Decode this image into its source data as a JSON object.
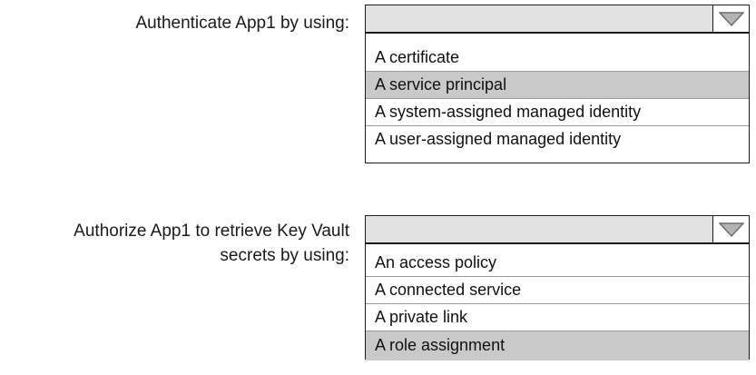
{
  "page": {
    "background_color": "#ffffff",
    "text_color": "#1a1a1a"
  },
  "colors": {
    "combo_fill": "#e2e2e2",
    "selected_row": "#c9c9c9",
    "row_fill": "#ffffff",
    "border": "#1a1a1a",
    "row_divider": "#9a9a9a",
    "arrow_fill": "#b4b4b4",
    "arrow_stroke": "#6e6e6e"
  },
  "questions": [
    {
      "id": "authenticate",
      "label": "Authenticate App1 by using:",
      "combo": {
        "value": "",
        "placeholder": "",
        "arrow_icon": "chevron-down-icon",
        "expanded": true
      },
      "options": [
        {
          "label": "A certificate",
          "selected": false
        },
        {
          "label": "A service principal",
          "selected": true
        },
        {
          "label": "A system-assigned managed identity",
          "selected": false
        },
        {
          "label": "A user-assigned managed identity",
          "selected": false
        }
      ]
    },
    {
      "id": "authorize",
      "label": "Authorize App1 to retrieve Key Vault\nsecrets by using:",
      "combo": {
        "value": "",
        "placeholder": "",
        "arrow_icon": "chevron-down-icon",
        "expanded": true
      },
      "options": [
        {
          "label": "An access policy",
          "selected": false
        },
        {
          "label": "A connected service",
          "selected": false
        },
        {
          "label": "A private link",
          "selected": false
        },
        {
          "label": "A role assignment",
          "selected": true
        }
      ]
    }
  ]
}
